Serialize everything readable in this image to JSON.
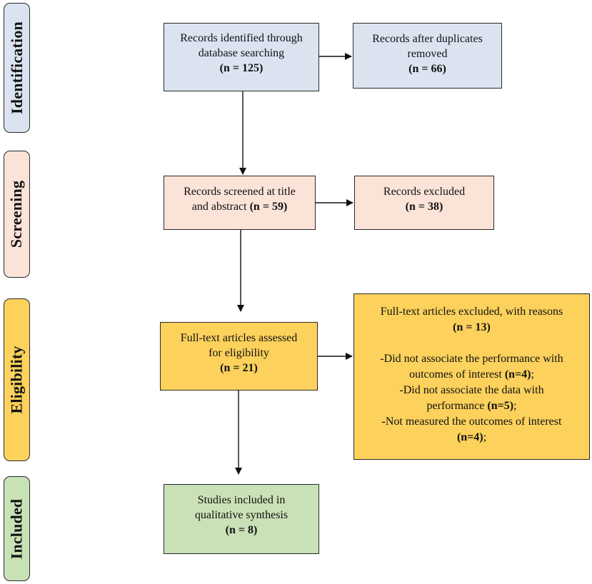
{
  "phases": [
    {
      "key": "identification",
      "label": "Identification"
    },
    {
      "key": "screening",
      "label": "Screening"
    },
    {
      "key": "eligibility",
      "label": "Eligibility"
    },
    {
      "key": "included",
      "label": "Included"
    }
  ],
  "boxes": {
    "identified": {
      "line1": "Records identified through",
      "line2": "database searching",
      "count": "(n = 125)"
    },
    "after_duplicates": {
      "line1": "Records after duplicates",
      "line2": "removed",
      "count": "(n = 66)"
    },
    "screened": {
      "line1": "Records screened at title",
      "line2_pre": "and abstract ",
      "line2_count": "(n = 59)"
    },
    "excluded": {
      "line1": "Records excluded",
      "count": "(n = 38)"
    },
    "assessed": {
      "line1": "Full-text articles assessed",
      "line2": "for eligibility",
      "count": "(n = 21)"
    },
    "fulltext_excluded": {
      "line1": "Full-text articles excluded, with reasons",
      "count": "(n = 13)",
      "r1_a": "-Did not associate the performance with",
      "r1_b": "outcomes of interest ",
      "r1_count": "(n=4)",
      "r1_end": ";",
      "r2_a": "-Did not associate the data with",
      "r2_b": "performance ",
      "r2_count": "(n=5)",
      "r2_end": ";",
      "r3_a": "-Not measured the outcomes of interest",
      "r3_count": "(n=4)",
      "r3_end": ";"
    },
    "included": {
      "line1": "Studies included in",
      "line2": "qualitative synthesis",
      "count": "(n = 8)"
    }
  },
  "colors": {
    "identification": "#dbe3f1",
    "screening": "#fbe3d7",
    "eligibility": "#fcd15c",
    "included": "#c9e1b6"
  }
}
